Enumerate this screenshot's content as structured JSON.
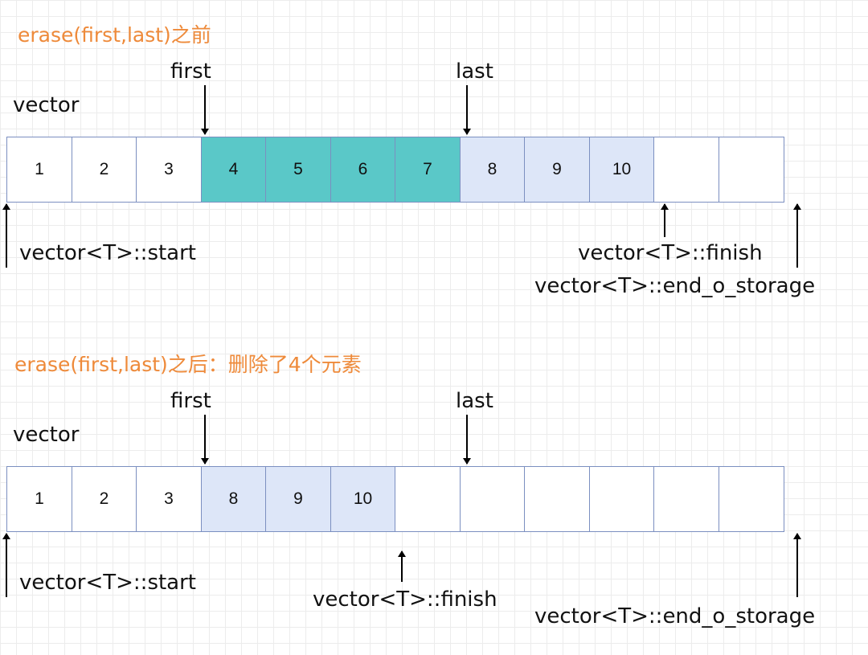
{
  "before": {
    "heading": "erase(first,last)之前",
    "container_label": "vector",
    "first_label": "first",
    "last_label": "last",
    "cells": [
      {
        "value": "1",
        "state": "plain"
      },
      {
        "value": "2",
        "state": "plain"
      },
      {
        "value": "3",
        "state": "plain"
      },
      {
        "value": "4",
        "state": "erased"
      },
      {
        "value": "5",
        "state": "erased"
      },
      {
        "value": "6",
        "state": "erased"
      },
      {
        "value": "7",
        "state": "erased"
      },
      {
        "value": "8",
        "state": "kept"
      },
      {
        "value": "9",
        "state": "kept"
      },
      {
        "value": "10",
        "state": "kept"
      },
      {
        "value": "",
        "state": "plain"
      },
      {
        "value": "",
        "state": "plain"
      }
    ],
    "start_label": "vector<T>::start",
    "finish_label": "vector<T>::finish",
    "end_storage_label": "vector<T>::end_o_storage"
  },
  "after": {
    "heading": "erase(first,last)之后：删除了4个元素",
    "container_label": "vector",
    "first_label": "first",
    "last_label": "last",
    "cells": [
      {
        "value": "1",
        "state": "plain"
      },
      {
        "value": "2",
        "state": "plain"
      },
      {
        "value": "3",
        "state": "plain"
      },
      {
        "value": "8",
        "state": "kept"
      },
      {
        "value": "9",
        "state": "kept"
      },
      {
        "value": "10",
        "state": "kept"
      },
      {
        "value": "",
        "state": "plain"
      },
      {
        "value": "",
        "state": "plain"
      },
      {
        "value": "",
        "state": "plain"
      },
      {
        "value": "",
        "state": "plain"
      },
      {
        "value": "",
        "state": "plain"
      },
      {
        "value": "",
        "state": "plain"
      }
    ],
    "start_label": "vector<T>::start",
    "finish_label": "vector<T>::finish",
    "end_storage_label": "vector<T>::end_o_storage"
  },
  "colors": {
    "heading": "#ee8a3a",
    "erased_fill": "#5ac8c8",
    "kept_fill": "#dde6f8",
    "cell_border": "#7b8fc0"
  }
}
